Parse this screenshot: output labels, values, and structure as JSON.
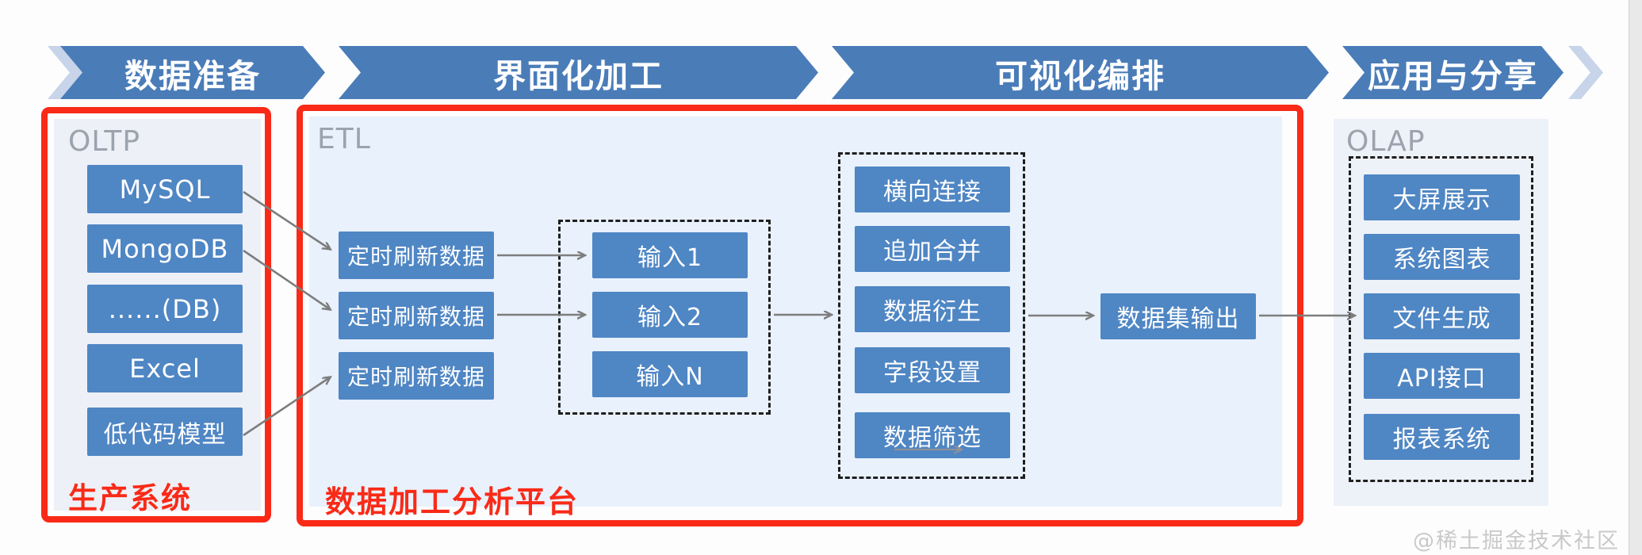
{
  "banner": {
    "steps": [
      {
        "label": "数据准备"
      },
      {
        "label": "界面化加工"
      },
      {
        "label": "可视化编排"
      },
      {
        "label": "应用与分享"
      }
    ]
  },
  "oltp": {
    "tag": "OLTP",
    "items": [
      "MySQL",
      "MongoDB",
      "......(DB)",
      "Excel",
      "低代码模型"
    ],
    "caption": "生产系统"
  },
  "etl": {
    "tag": "ETL",
    "refresh_nodes": [
      "定时刷新数据",
      "定时刷新数据",
      "定时刷新数据"
    ],
    "inputs": [
      "输入1",
      "输入2",
      "输入N"
    ],
    "operations": [
      "横向连接",
      "追加合并",
      "数据衍生",
      "字段设置",
      "数据筛选"
    ],
    "output": "数据集输出",
    "caption": "数据加工分析平台"
  },
  "olap": {
    "tag": "OLAP",
    "items": [
      "大屏展示",
      "系统图表",
      "文件生成",
      "API接口",
      "报表系统"
    ]
  },
  "watermark": "@稀土掘金技术社区",
  "colors": {
    "banner_blue": "#4a7cb8",
    "banner_light_chevron": "#c7d4e9",
    "node_blue": "#4f86c4",
    "red_accent": "#f92a17",
    "panel_oltp_bg": "#eef0f7",
    "panel_etl_bg": "#e9f1fc",
    "panel_olap_bg": "#edf1f8",
    "label_gray": "#9ba3ae",
    "arrow_gray": "#7d7d7d"
  }
}
